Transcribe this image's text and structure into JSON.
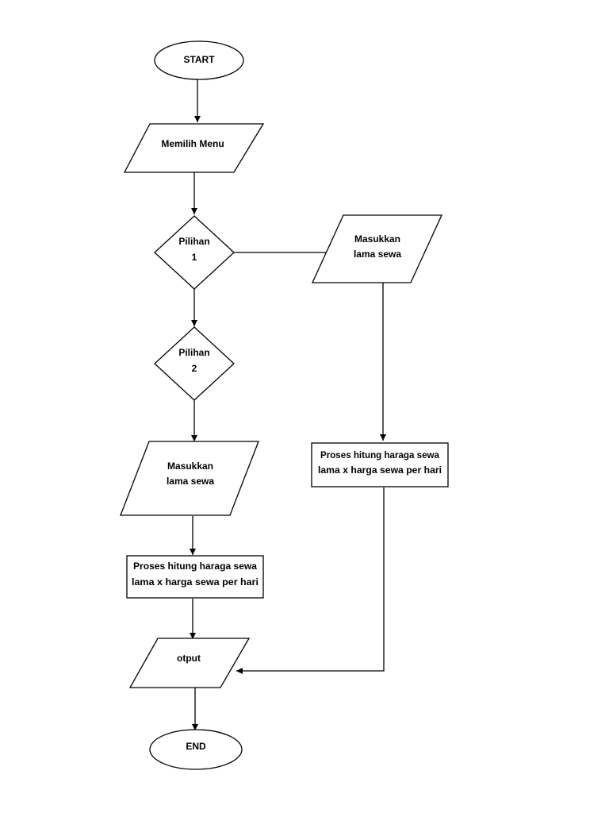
{
  "flowchart": {
    "start": "START",
    "memilih_menu": "Memilih Menu",
    "pilihan1": {
      "line1": "Pilihan",
      "line2": "1"
    },
    "pilihan2": {
      "line1": "Pilihan",
      "line2": "2"
    },
    "input_right": {
      "line1": "Masukkan",
      "line2": "lama sewa"
    },
    "input_left": {
      "line1": "Masukkan",
      "line2": "lama sewa"
    },
    "process_right": {
      "line1": "Proses hitung haraga sewa",
      "line2": "lama x harga sewa per hari"
    },
    "process_left": {
      "line1": "Proses hitung haraga sewa",
      "line2": "lama x harga sewa per hari"
    },
    "output": "otput",
    "end": "END"
  }
}
